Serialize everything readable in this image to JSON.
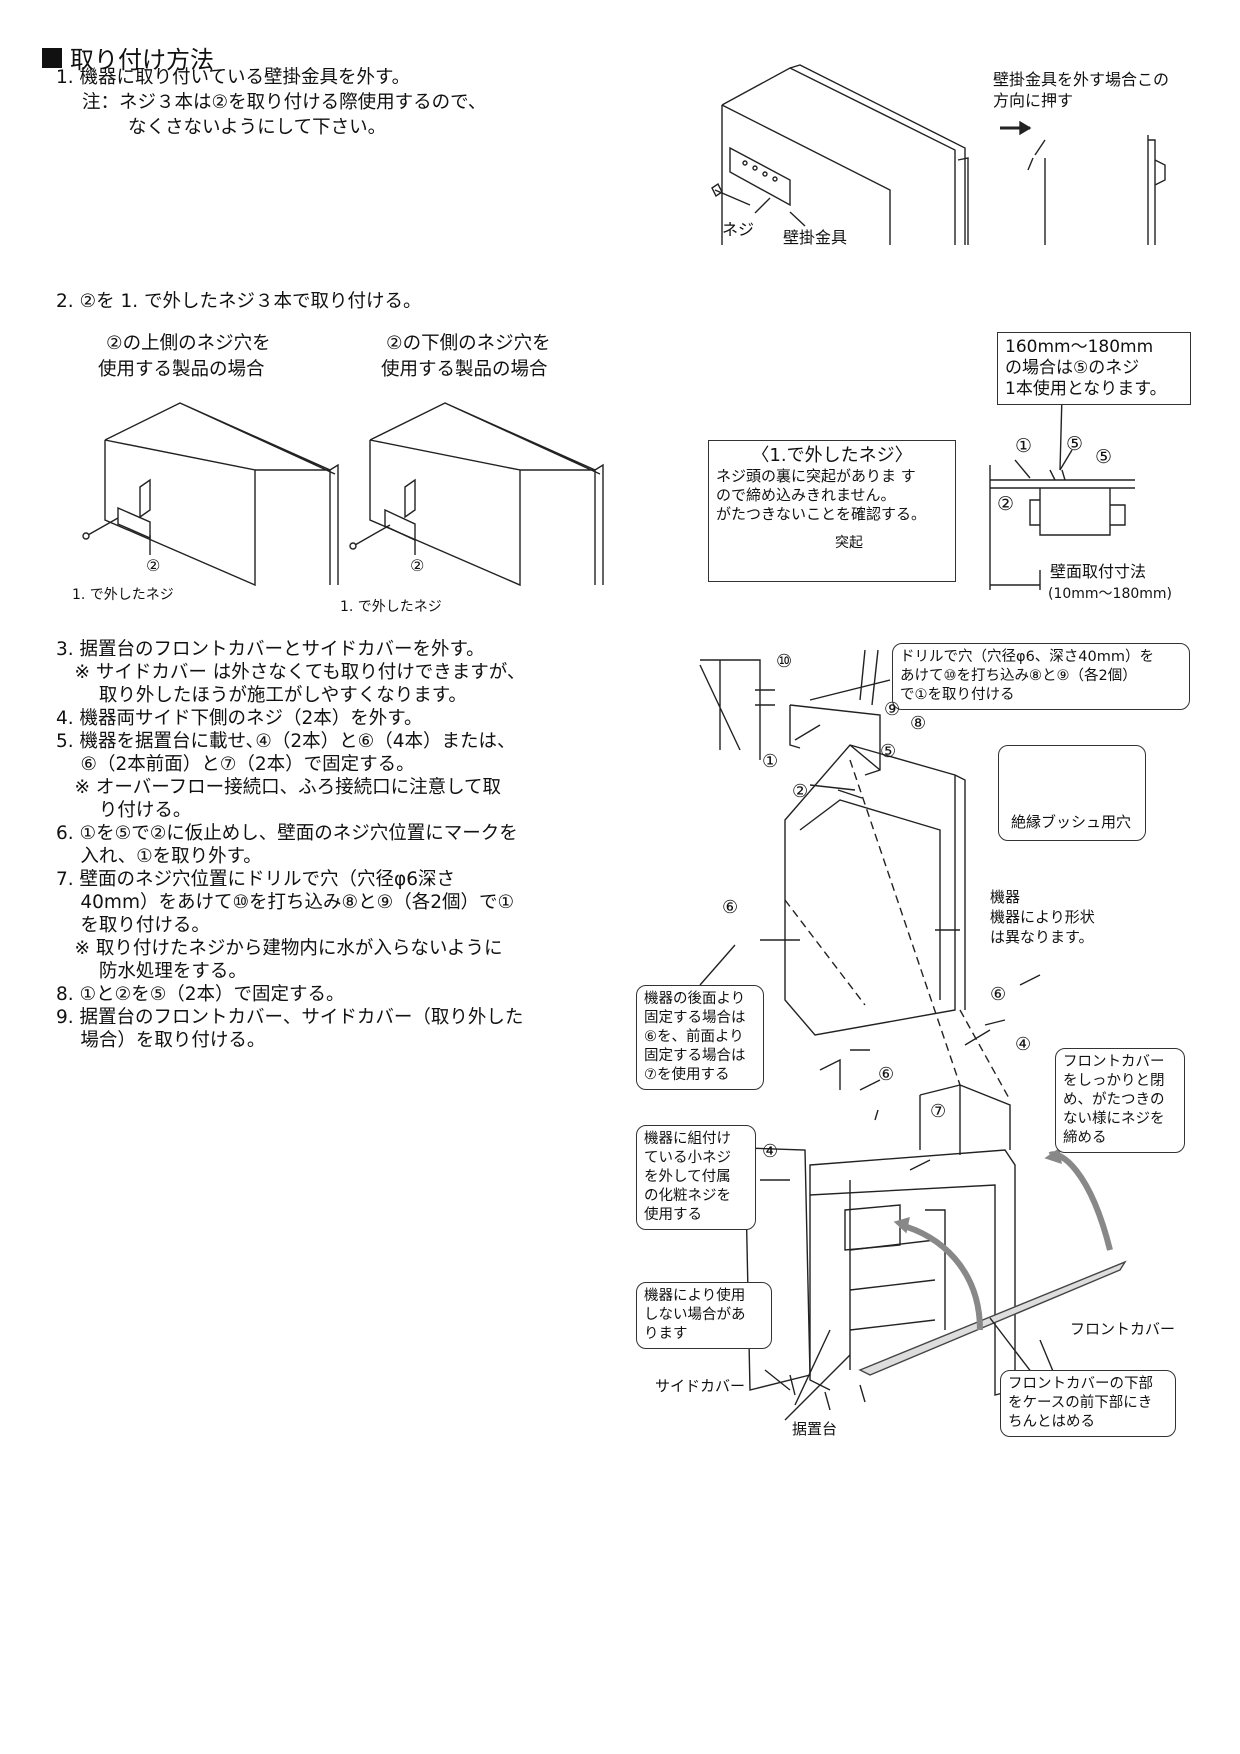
{
  "heading": "取り付け方法",
  "step1": {
    "line": "1. 機器に取り付いている壁掛金具を外す。",
    "note1": "注：ネジ３本は②を取り付ける際使用するので、",
    "note2": "なくさないようにして下さい。"
  },
  "fig1": {
    "screw_label": "ネジ",
    "bracket_label": "壁掛金具",
    "push_note1": "壁掛金具を外す場合この",
    "push_note2": "方向に押す"
  },
  "step2": {
    "line": "2. ②を 1. で外したネジ３本で取り付ける。",
    "left_caption1": "②の上側のネジ穴を",
    "left_caption2": "使用する製品の場合",
    "right_caption1": "②の下側のネジ穴を",
    "right_caption2": "使用する製品の場合",
    "part2": "②",
    "screw_removed": "1. で外したネジ"
  },
  "fig2": {
    "box_line1": "160mm～180mm",
    "box_line2": "の場合は⑤のネジ",
    "box_line3": "1本使用となります。",
    "note_title": "〈1.で外したネジ〉",
    "note_line1": "ネジ頭の裏に突起がありま す",
    "note_line2": "ので締め込みきれません。",
    "note_line3": "がたつきないことを確認する。",
    "protrusion": "突起",
    "p1": "①",
    "p2": "②",
    "p5": "⑤",
    "dim_label": "壁面取付寸法",
    "dim_range": "(10mm～180mm)"
  },
  "steps": [
    "3. 据置台のフロントカバーとサイドカバーを外す。",
    "　※ サイドカバー は外さなくても取り付けできますが、",
    "　　 取り外したほうが施工がしやすくなります。",
    "4. 機器両サイド下側のネジ（2本）を外す。",
    "5. 機器を据置台に載せ､④（2本）と⑥（4本）または、",
    "　 ⑥（2本前面）と⑦（2本）で固定する。",
    "　※ オーバーフロー接続口、ふろ接続口に注意して取",
    "　　 り付ける。",
    "6. ①を⑤で②に仮止めし、壁面のネジ穴位置にマークを",
    "　 入れ、①を取り外す。",
    "7. 壁面のネジ穴位置にドリルで穴（穴径φ6深さ",
    "　 40mm）をあけて⑩を打ち込み⑧と⑨（各2個）で①",
    "　 を取り付ける。",
    "　※ 取り付けたネジから建物内に水が入らないように",
    "　　 防水処理をする。",
    "8. ①と②を⑤（2本）で固定する。",
    "9. 据置台のフロントカバー、サイドカバー（取り外した",
    "　 場合）を取り付ける。"
  ],
  "fig3": {
    "drill_line1": "ドリルで穴（穴径φ6、深さ40mm）を",
    "drill_line2": "あけて⑩を打ち込み⑧と⑨（各2個）",
    "drill_line3": "で①を取り付ける",
    "insul_label": "絶縁ブッシュ用穴",
    "unit_line1": "機器",
    "unit_line2": "機器により形状",
    "unit_line3": "は異なります。",
    "rear_line1": "機器の後面より",
    "rear_line2": "固定する場合は",
    "rear_line3": "⑥を、前面より",
    "rear_line4": "固定する場合は",
    "rear_line5": "⑦を使用する",
    "small_line1": "機器に組付け",
    "small_line2": "ている小ネジ",
    "small_line3": "を外して付属",
    "small_line4": "の化粧ネジを",
    "small_line5": "使用する",
    "front_line1": "フロントカバー",
    "front_line2": "をしっかりと閉",
    "front_line3": "め、がたつきの",
    "front_line4": "ない様にネジを",
    "front_line5": "締める",
    "maybe_line1": "機器により使用",
    "maybe_line2": "しない場合があ",
    "maybe_line3": "ります",
    "front_cover": "フロントカバー",
    "side_cover": "サイドカバー",
    "stand": "据置台",
    "bottom_line1": "フロントカバーの下部",
    "bottom_line2": "をケースの前下部にき",
    "bottom_line3": "ちんとはめる",
    "n10": "⑩",
    "n9": "⑨",
    "n8": "⑧",
    "n5": "⑤",
    "n1": "①",
    "n2": "②",
    "n6": "⑥",
    "n4": "④",
    "n7": "⑦"
  }
}
